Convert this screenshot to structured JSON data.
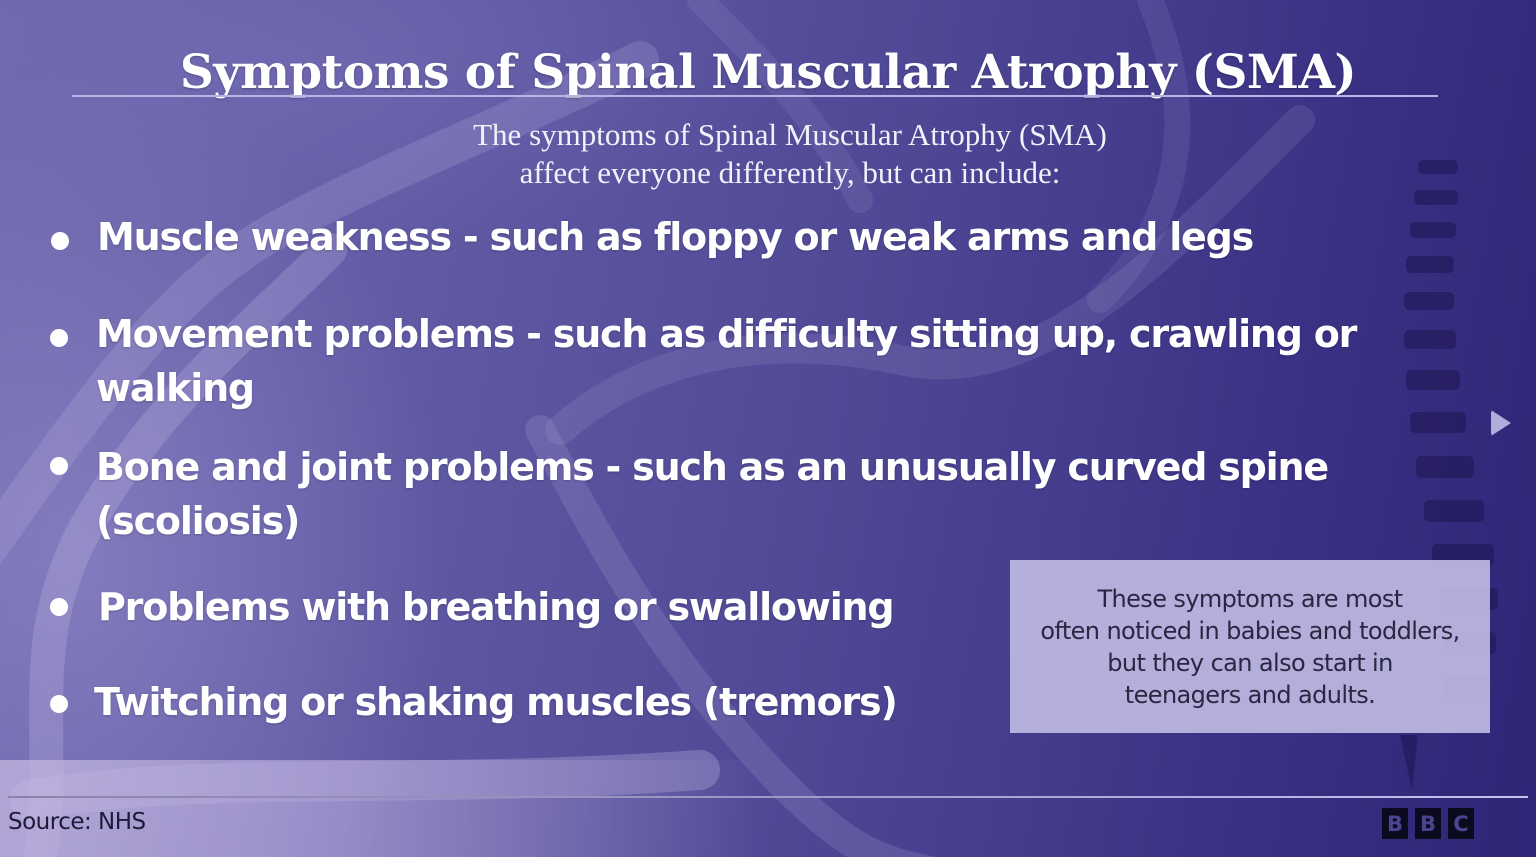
{
  "slide": {
    "title": "Symptoms of Spinal Muscular Atrophy (SMA)",
    "intro_line1": "The symptoms of Spinal Muscular Atrophy  (SMA)",
    "intro_line2": "affect everyone differently, but can include:",
    "bullets": [
      {
        "text": "Muscle weakness - such as floppy or weak arms and legs"
      },
      {
        "text": "Movement problems - such as difficulty sitting up, crawling or walking"
      },
      {
        "text": "Bone and joint problems - such as an unusually curved spine (scoliosis)"
      },
      {
        "text": "Problems with breathing or swallowing"
      },
      {
        "text": "Twitching or shaking muscles (tremors)"
      }
    ],
    "note": "These symptoms are most\noften noticed in babies and toddlers,\nbut they can also start in\nteenagers and adults."
  },
  "footer": {
    "source": "Source: NHS",
    "logo_letters": [
      "B",
      "B",
      "C"
    ]
  },
  "navigation": {
    "next_icon": "play-triangle-right"
  },
  "colors": {
    "background_left": "#6d67ad",
    "background_right": "#2e2577",
    "title_text": "#ffffff",
    "rule": "#b9b3e6",
    "note_box": "#bebae2",
    "note_text": "#2a2742",
    "logo_block": "#0c0a1e"
  }
}
